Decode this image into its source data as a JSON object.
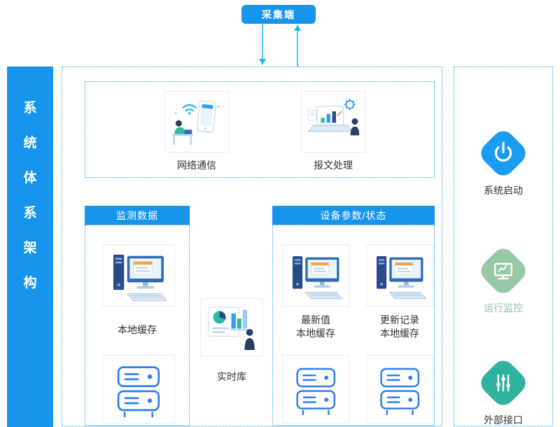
{
  "collector": {
    "label": "采集端"
  },
  "sidebar": {
    "chars": [
      "系",
      "统",
      "体",
      "系",
      "架",
      "构"
    ]
  },
  "comm_panel": {
    "items": [
      {
        "label": "网络通信",
        "icon": "network-comm-icon"
      },
      {
        "label": "报文处理",
        "icon": "message-processing-icon"
      }
    ]
  },
  "monitor_panel": {
    "header": "监测数据",
    "cache_label": "本地缓存",
    "icons": [
      "workstation-icon",
      "server-icon"
    ]
  },
  "realtime": {
    "label": "实时库",
    "icon": "realtime-db-icon"
  },
  "device_panel": {
    "header": "设备参数/状态",
    "columns": [
      {
        "line1": "最新值",
        "line2": "本地缓存",
        "icons": [
          "workstation-icon",
          "server-icon"
        ]
      },
      {
        "line1": "更新记录",
        "line2": "本地缓存",
        "icons": [
          "workstation-icon",
          "server-icon"
        ]
      }
    ]
  },
  "right_panel": {
    "items": [
      {
        "label": "系统启动",
        "icon": "power-icon",
        "color": "#1b9cf0"
      },
      {
        "label": "运行监控",
        "icon": "monitor-icon",
        "color": "#97c9a4"
      },
      {
        "label": "外部接口",
        "icon": "sliders-icon",
        "color": "#2fb39e"
      }
    ]
  },
  "colors": {
    "primary_blue": "#1795ec",
    "dotted_border": "#2f9ff0",
    "arrow_cyan": "#29b9e8",
    "server_outline": "#2e7ef0",
    "text_dark": "#333333",
    "monitor_label_green": "#8fc49d"
  }
}
